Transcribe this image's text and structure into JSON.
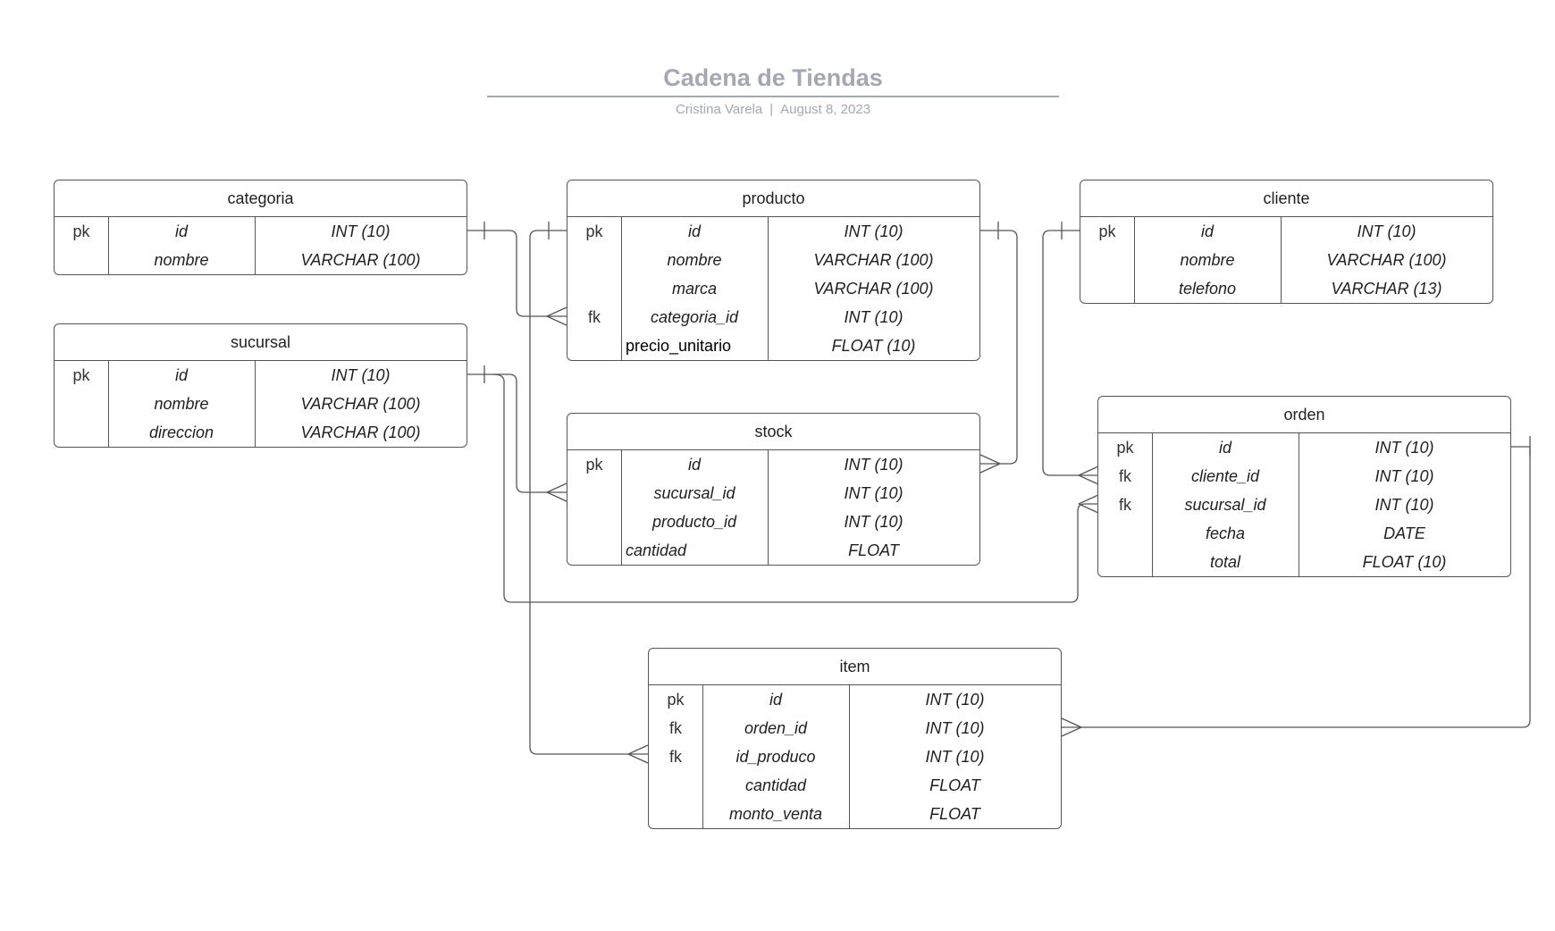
{
  "diagram": {
    "title": "Cadena de Tiendas",
    "author": "Cristina Varela",
    "separator": "|",
    "date": "August 8, 2023"
  },
  "entities": {
    "categoria": {
      "name": "categoria",
      "rows": [
        {
          "key": "pk",
          "name": "id",
          "type": "INT (10)"
        },
        {
          "key": "",
          "name": "nombre",
          "type": "VARCHAR (100)"
        }
      ]
    },
    "sucursal": {
      "name": "sucursal",
      "rows": [
        {
          "key": "pk",
          "name": "id",
          "type": "INT (10)"
        },
        {
          "key": "",
          "name": "nombre",
          "type": "VARCHAR (100)"
        },
        {
          "key": "",
          "name": "direccion",
          "type": "VARCHAR (100)"
        }
      ]
    },
    "producto": {
      "name": "producto",
      "rows": [
        {
          "key": "pk",
          "name": "id",
          "type": "INT (10)"
        },
        {
          "key": "",
          "name": "nombre",
          "type": "VARCHAR (100)"
        },
        {
          "key": "",
          "name": "marca",
          "type": "VARCHAR (100)"
        },
        {
          "key": "fk",
          "name": "categoria_id",
          "type": "INT (10)"
        },
        {
          "key": "",
          "name": "precio_unitario",
          "type": "FLOAT  (10)"
        }
      ]
    },
    "stock": {
      "name": "stock",
      "rows": [
        {
          "key": "pk",
          "name": "id",
          "type": "INT (10)"
        },
        {
          "key": "",
          "name": "sucursal_id",
          "type": "INT (10)"
        },
        {
          "key": "",
          "name": "producto_id",
          "type": "INT (10)"
        },
        {
          "key": "",
          "name": "cantidad",
          "type": "FLOAT"
        }
      ]
    },
    "cliente": {
      "name": "cliente",
      "rows": [
        {
          "key": "pk",
          "name": "id",
          "type": "INT (10)"
        },
        {
          "key": "",
          "name": "nombre",
          "type": "VARCHAR (100)"
        },
        {
          "key": "",
          "name": "telefono",
          "type": "VARCHAR (13)"
        }
      ]
    },
    "orden": {
      "name": "orden",
      "rows": [
        {
          "key": "pk",
          "name": "id",
          "type": "INT (10)"
        },
        {
          "key": "fk",
          "name": "cliente_id",
          "type": "INT (10)"
        },
        {
          "key": "fk",
          "name": "sucursal_id",
          "type": "INT (10)"
        },
        {
          "key": "",
          "name": "fecha",
          "type": "DATE"
        },
        {
          "key": "",
          "name": "total",
          "type": "FLOAT (10)"
        }
      ]
    },
    "item": {
      "name": "item",
      "rows": [
        {
          "key": "pk",
          "name": "id",
          "type": "INT (10)"
        },
        {
          "key": "fk",
          "name": "orden_id",
          "type": "INT (10)"
        },
        {
          "key": "fk",
          "name": "id_produco",
          "type": "INT (10)"
        },
        {
          "key": "",
          "name": "cantidad",
          "type": "FLOAT"
        },
        {
          "key": "",
          "name": "monto_venta",
          "type": "FLOAT"
        }
      ]
    }
  },
  "relationships": [
    {
      "from": "categoria.id",
      "to": "producto.categoria_id",
      "cardinality": "one-to-many"
    },
    {
      "from": "producto.id",
      "to": "stock.producto_id",
      "cardinality": "one-to-many"
    },
    {
      "from": "producto.id",
      "to": "item.id_produco",
      "cardinality": "one-to-many"
    },
    {
      "from": "sucursal.id",
      "to": "stock.sucursal_id",
      "cardinality": "one-to-many"
    },
    {
      "from": "sucursal.id",
      "to": "orden.sucursal_id",
      "cardinality": "one-to-many"
    },
    {
      "from": "cliente.id",
      "to": "orden.cliente_id",
      "cardinality": "one-to-many"
    },
    {
      "from": "orden.id",
      "to": "item.orden_id",
      "cardinality": "one-to-many"
    }
  ]
}
